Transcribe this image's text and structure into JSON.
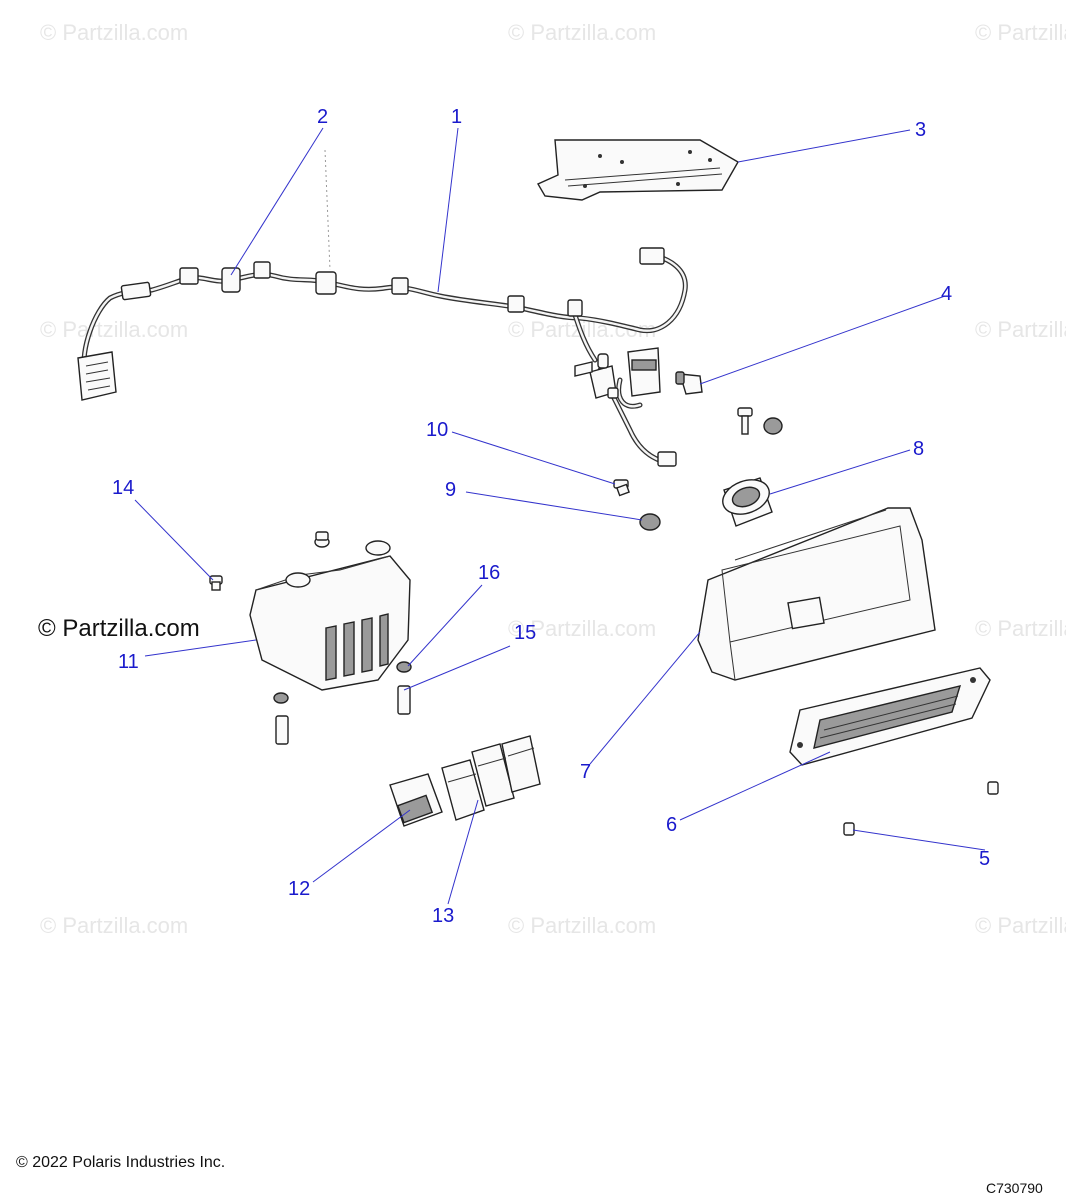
{
  "watermark": "© Partzilla.com",
  "brand_label": "© Partzilla.com",
  "copyright": "© 2022 Polaris Industries Inc.",
  "diagram_code": "C730790",
  "callouts": [
    "1",
    "2",
    "3",
    "4",
    "5",
    "6",
    "7",
    "8",
    "9",
    "10",
    "11",
    "12",
    "13",
    "14",
    "15",
    "16"
  ],
  "colors": {
    "callout": "#1a1acc",
    "leader": "#3333cc",
    "watermark": "#e6e6e6"
  }
}
